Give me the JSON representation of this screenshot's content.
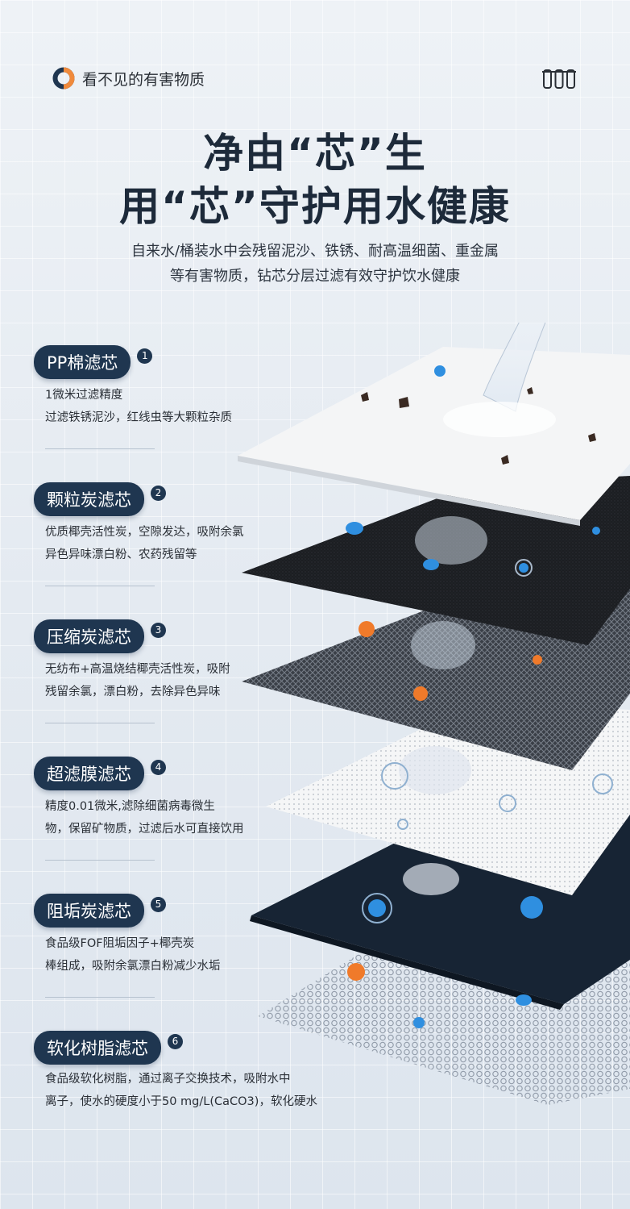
{
  "header": {
    "tag_text": "看不见的有害物质",
    "ring_colors": [
      "#f08a3c",
      "#1f3650"
    ],
    "icon": "filter-cartridge-icon"
  },
  "headline": {
    "line1": "净由“芯”生",
    "line2": "用“芯”守护用水健康"
  },
  "subtitle": {
    "line1": "自来水/桶装水中会残留泥沙、铁锈、耐高温细菌、重金属",
    "line2": "等有害物质，钻芯分层过滤有效守护饮水健康"
  },
  "layers": [
    {
      "name": "PP棉滤芯",
      "num": "1",
      "desc1": "1微米过滤精度",
      "desc2": "过滤铁锈泥沙，红线虫等大颗粒杂质"
    },
    {
      "name": "颗粒炭滤芯",
      "num": "2",
      "desc1": "优质椰壳活性炭，空隙发达，吸附余氯",
      "desc2": "异色异味漂白粉、农药残留等"
    },
    {
      "name": "压缩炭滤芯",
      "num": "3",
      "desc1": "无纺布+高温烧结椰壳活性炭，吸附",
      "desc2": "残留余氯，漂白粉，去除异色异味"
    },
    {
      "name": "超滤膜滤芯",
      "num": "4",
      "desc1": "精度0.01微米,滤除细菌病毒微生",
      "desc2": "物，保留矿物质，过滤后水可直接饮用"
    },
    {
      "name": "阻垢炭滤芯",
      "num": "5",
      "desc1": "食品级FOF阻垢因子+椰壳炭",
      "desc2": "棒组成，吸附余氯漂白粉减少水垢"
    },
    {
      "name": "软化树脂滤芯",
      "num": "6",
      "desc1": "食品级软化树脂，通过离子交换技术，吸附水中",
      "desc2": "离子，使水的硬度小于50 mg/L(CaCO3)，软化硬水"
    }
  ],
  "colors": {
    "pill": "#1f3650",
    "accent_orange": "#f08a3c",
    "particle_blue": "#2f8fe0",
    "bacteria_orange": "#f07a2a"
  }
}
